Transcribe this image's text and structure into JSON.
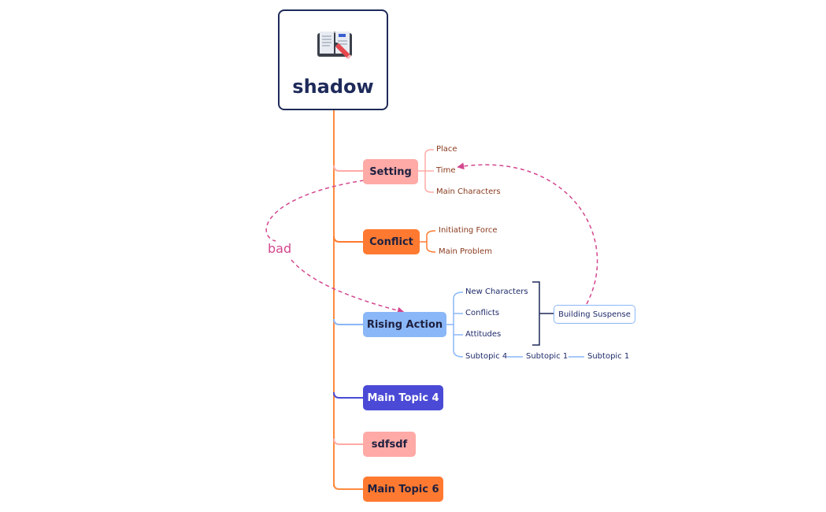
{
  "central": {
    "title": "shadow",
    "icon": "open-book-pencil-icon"
  },
  "topics": {
    "setting": {
      "label": "Setting",
      "subtopics": [
        "Place",
        "Time",
        "Main Characters"
      ]
    },
    "conflict": {
      "label": "Conflict",
      "subtopics": [
        "Initiating Force",
        "Main Problem"
      ]
    },
    "rising_action": {
      "label": "Rising Action",
      "subtopics": [
        "New Characters",
        "Conflicts",
        "Attitudes",
        "Subtopic 4"
      ],
      "chain": [
        "Subtopic 1",
        "Subtopic 1"
      ]
    },
    "main_topic_4": {
      "label": "Main Topic 4"
    },
    "sdfsdf": {
      "label": "sdfsdf"
    },
    "main_topic_6": {
      "label": "Main Topic 6"
    }
  },
  "summary": {
    "label": "Building Suspense"
  },
  "relationship": {
    "label": "bad"
  },
  "colors": {
    "navy": "#1e2a5a",
    "pink": "#ffaaa6",
    "orange": "#ff7a30",
    "blue": "#8ab7f7",
    "indigo": "#4a4ad6",
    "relationship": "#d3478f"
  }
}
